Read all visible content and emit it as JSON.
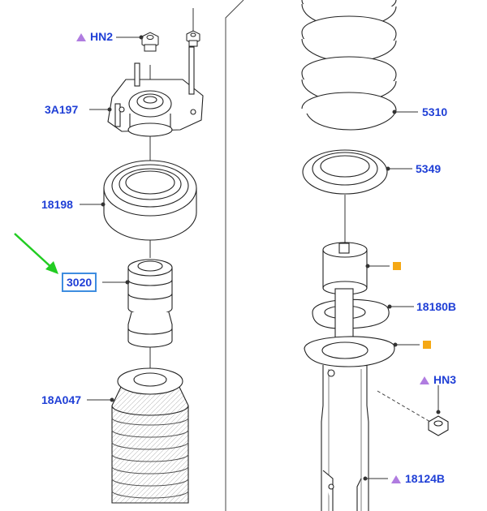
{
  "labels": {
    "hn2": "HN2",
    "p3a197": "3A197",
    "p18198": "18198",
    "p3020": "3020",
    "p18a047": "18A047",
    "p5310": "5310",
    "p5349": "5349",
    "p18180b": "18180B",
    "hn3": "HN3",
    "p18124b": "18124B"
  },
  "icons": {
    "triangle": "triangle-marker-icon",
    "square": "square-marker-icon",
    "arrow": "pointer-arrow-icon"
  },
  "colors": {
    "label": "#1f3fd6",
    "triangle": "#b07ce0",
    "square": "#f5a814",
    "highlight_box": "#3e8de0",
    "arrow": "#22cc22",
    "line": "#333333"
  }
}
